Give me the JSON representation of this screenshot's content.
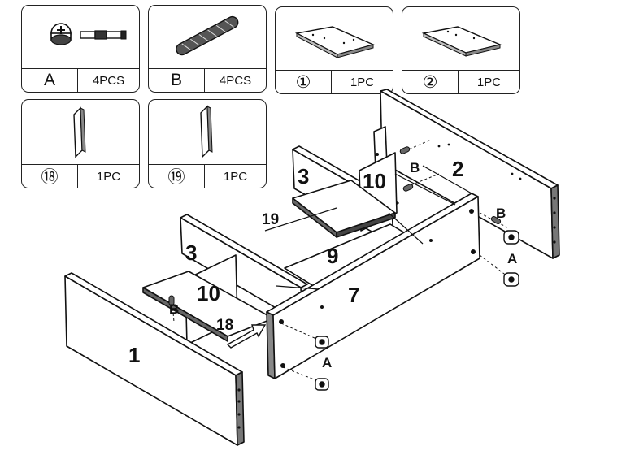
{
  "parts": [
    {
      "id": "A",
      "qty": "4PCS",
      "icon": "cam-lock-bolt-icon"
    },
    {
      "id": "B",
      "qty": "4PCS",
      "icon": "wooden-dowel-icon"
    },
    {
      "id": "①",
      "qty": "1PC",
      "icon": "panel-1-icon"
    },
    {
      "id": "②",
      "qty": "1PC",
      "icon": "panel-2-icon"
    },
    {
      "id": "⑱",
      "qty": "1PC",
      "icon": "panel-18-icon"
    },
    {
      "id": "⑲",
      "qty": "1PC",
      "icon": "panel-19-icon"
    }
  ],
  "diagram": {
    "panel_1": "1",
    "panel_2": "2",
    "panel_3_back": "3",
    "panel_3_front": "3",
    "panel_7": "7",
    "panel_9": "9",
    "panel_10_back": "10",
    "panel_10_front": "10",
    "panel_18": "18",
    "panel_19": "19",
    "fitting_a_right_top": "A",
    "fitting_a_front": "A",
    "fitting_b_right_top": "B",
    "fitting_b_right_mid": "B",
    "fitting_b_left": "B"
  }
}
